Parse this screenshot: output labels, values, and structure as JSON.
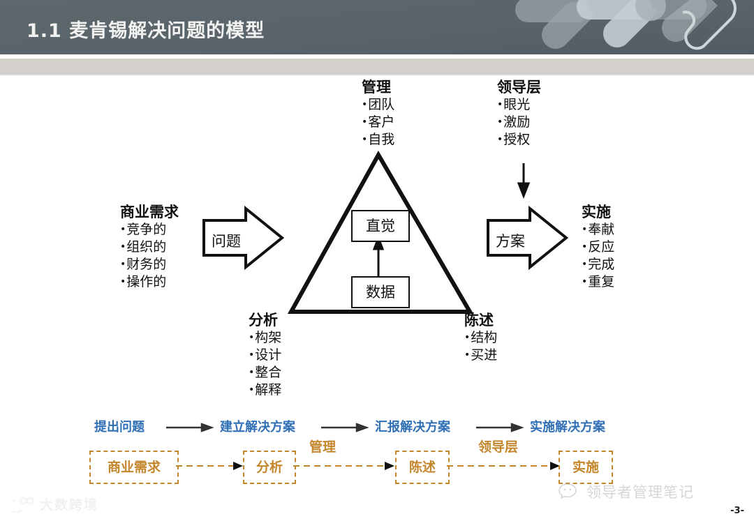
{
  "header": {
    "title": "1.1  麦肯锡解决问题的模型",
    "bg_color": "#58646a",
    "title_color": "#f2f2f0",
    "deco_icon": "chevron-arrows-decoration"
  },
  "diagram": {
    "management": {
      "heading": "管理",
      "items": [
        "团队",
        "客户",
        "自我"
      ]
    },
    "leadership": {
      "heading": "领导层",
      "items": [
        "眼光",
        "激励",
        "授权"
      ]
    },
    "business_needs": {
      "heading": "商业需求",
      "items": [
        "竞争的",
        "组织的",
        "财务的",
        "操作的"
      ]
    },
    "implementation": {
      "heading": "实施",
      "items": [
        "奉献",
        "反应",
        "完成",
        "重复"
      ]
    },
    "analysis": {
      "heading": "分析",
      "items": [
        "构架",
        "设计",
        "整合",
        "解释"
      ]
    },
    "presentation": {
      "heading": "陈述",
      "items": [
        "结构",
        "买进"
      ]
    },
    "inner_top_box": "直觉",
    "inner_bottom_box": "数据",
    "left_arrow_label": "问题",
    "right_arrow_label": "方案"
  },
  "flow": {
    "color": "#2f6fb5",
    "steps": [
      "提出问题",
      "建立解决方案",
      "汇报解决方案",
      "实施解决方案"
    ]
  },
  "process": {
    "color": "#c4862b",
    "boxes": [
      "商业需求",
      "分析",
      "陈述",
      "实施"
    ],
    "connector_labels": [
      "管理",
      "领导层"
    ]
  },
  "footer": {
    "watermark_left": "大数跨境",
    "watermark_left_icon": "dashu-logo-icon",
    "watermark_right": "领导者管理笔记",
    "watermark_right_icon": "wechat-icon",
    "page_number": "-3-"
  }
}
